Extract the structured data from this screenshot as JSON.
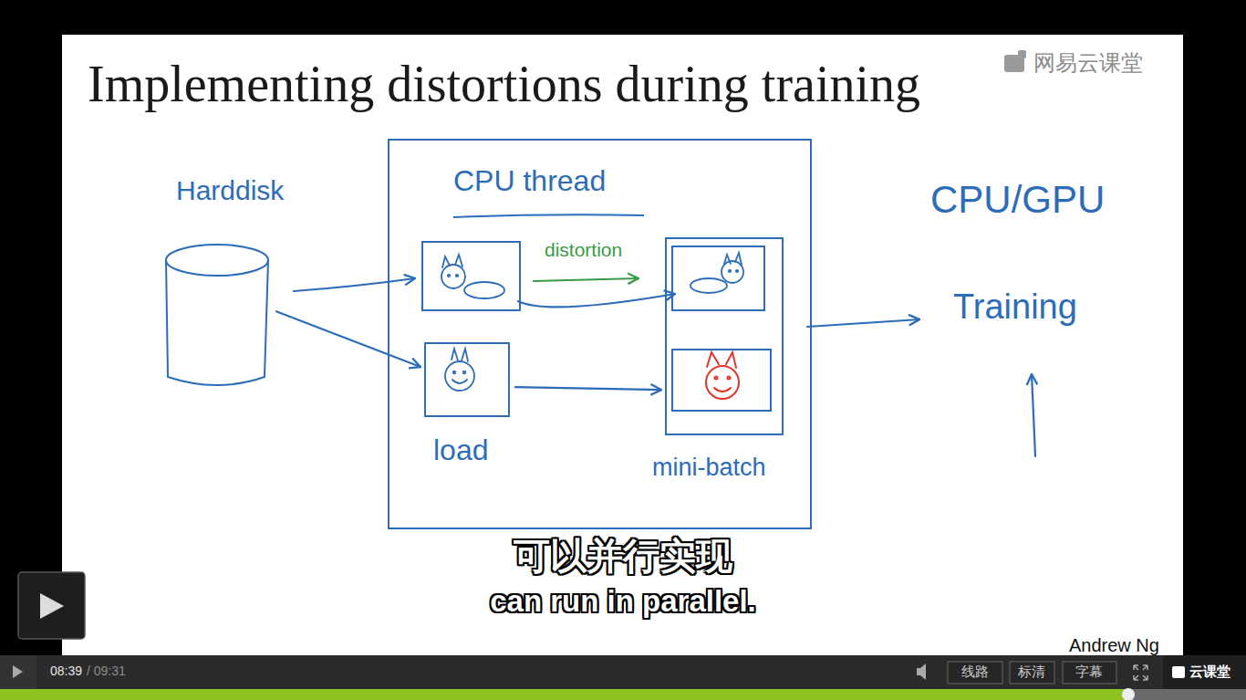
{
  "diagram": {
    "title": "Implementing distortions during training",
    "nodes": [
      {
        "text": [
          "Harddisk"
        ]
      },
      {
        "text": [
          "CPU thread"
        ]
      },
      {
        "text": [
          "load"
        ],
        "in": 1
      },
      {
        "text": [
          "mini-batch"
        ],
        "in": 1
      }
    ],
    "edges": [
      {
        "from": 0,
        "to": 2,
        "arrow": "to"
      },
      {
        "from": 2,
        "to": 3,
        "arrow": "to"
      }
    ],
    "labels": [
      "网易云课堂",
      "distortion",
      "CPU/GPU",
      "Training",
      "可以并行实现",
      "can run in parallel.",
      "Andrew Ng",
      "08:39",
      "/ 09:31",
      "线路",
      "标清",
      "字幕",
      "云课堂"
    ]
  }
}
